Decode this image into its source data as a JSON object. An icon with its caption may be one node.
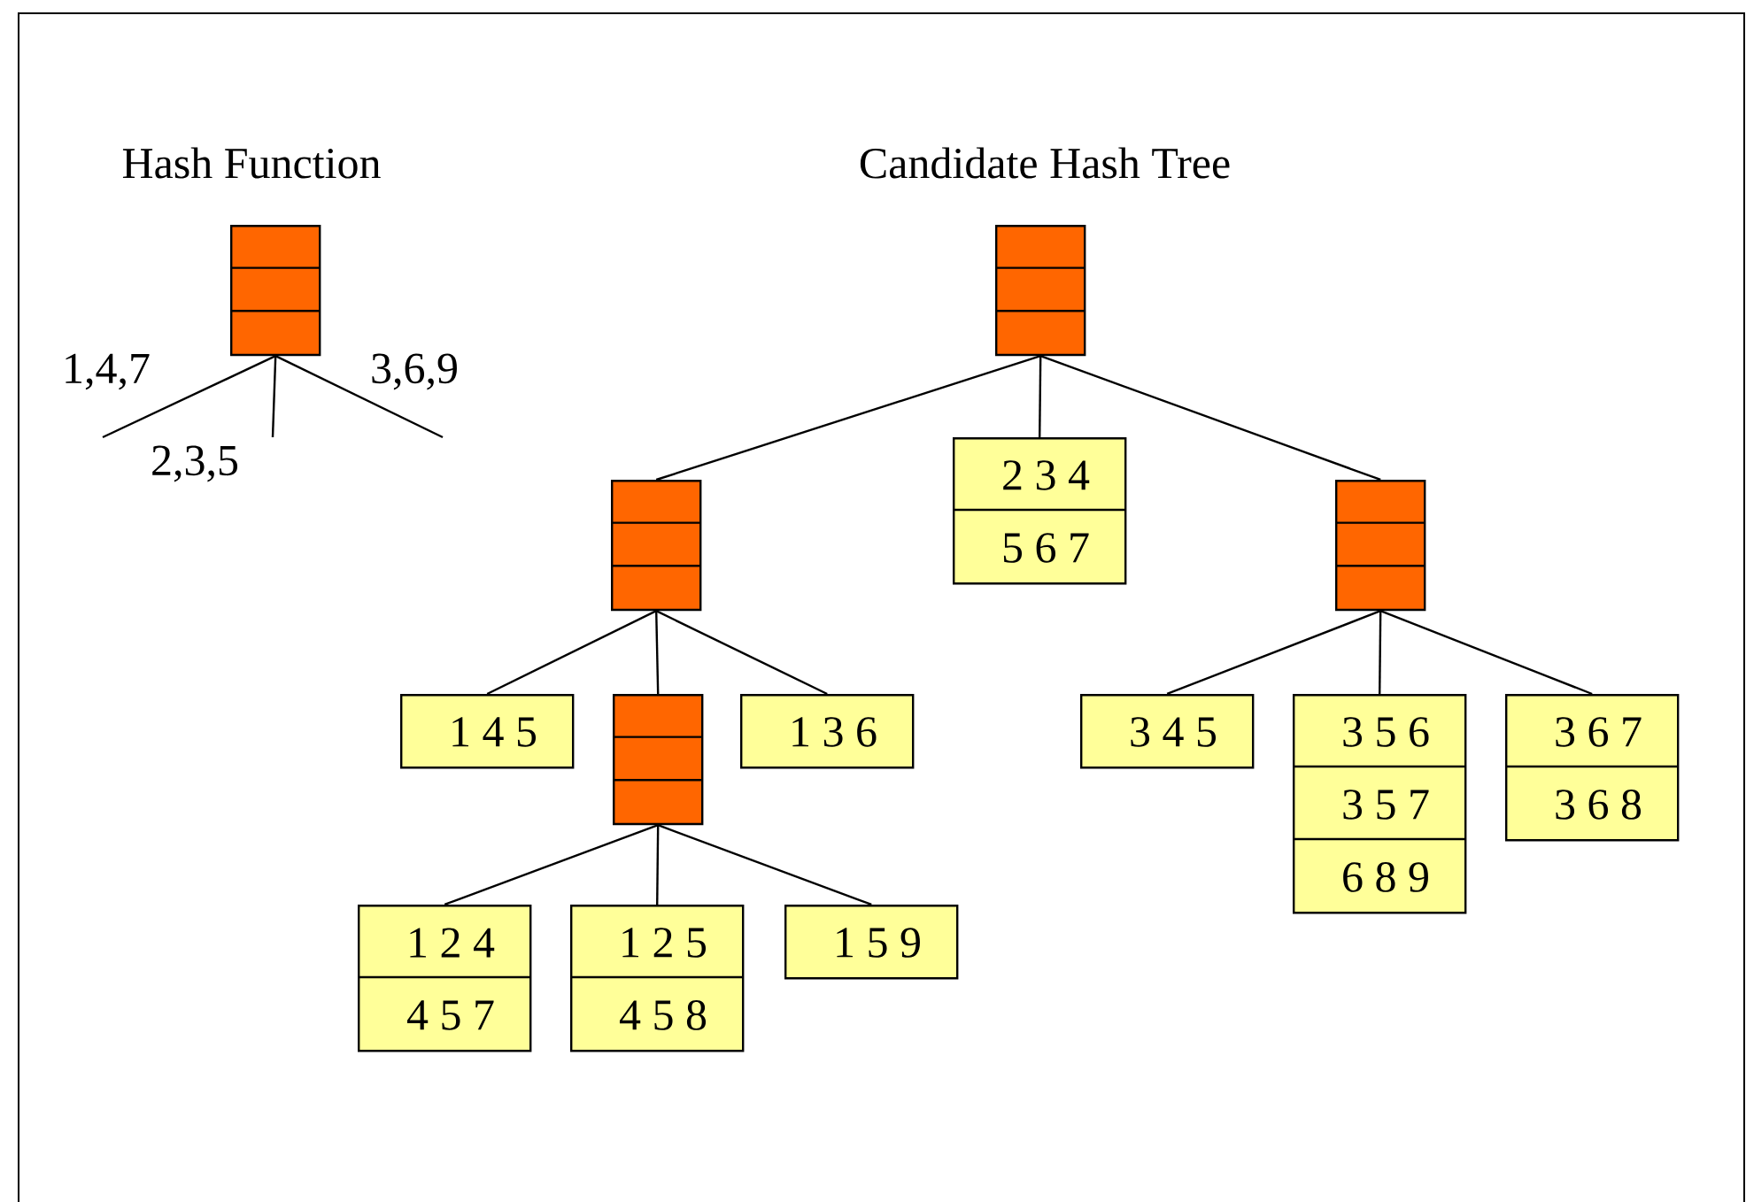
{
  "diagram": {
    "nodes": [
      {
        "text": [],
        "shape": "box"
      },
      {
        "text": [],
        "shape": "box"
      },
      {
        "text": [],
        "shape": "box"
      },
      {
        "text": [
          "2 3 4",
          "5 6 7"
        ]
      },
      {
        "text": [],
        "shape": "box"
      },
      {
        "text": [
          "1 4 5"
        ]
      },
      {
        "text": [],
        "shape": "box"
      },
      {
        "text": [
          "1 3 6"
        ]
      },
      {
        "text": [
          "3 4 5"
        ]
      },
      {
        "text": [
          "3 5 6",
          "3 5 7",
          "6 8 9"
        ]
      },
      {
        "text": [
          "3 6 7",
          "3 6 8"
        ]
      },
      {
        "text": [
          "1 2 4",
          "4 5 7"
        ]
      },
      {
        "text": [
          "1 2 5",
          "4 5 8"
        ]
      },
      {
        "text": [
          "1 5 9"
        ]
      }
    ],
    "edges": [
      {
        "from": 0,
        "to": null,
        "arrow": "none",
        "label": "1,4,7"
      },
      {
        "from": 0,
        "to": null,
        "arrow": "none",
        "label": "2,3,5"
      },
      {
        "from": 0,
        "to": null,
        "arrow": "none",
        "label": "3,6,9"
      },
      {
        "from": 1,
        "to": 2,
        "arrow": "none"
      },
      {
        "from": 1,
        "to": 3,
        "arrow": "none"
      },
      {
        "from": 1,
        "to": 4,
        "arrow": "none"
      },
      {
        "from": 2,
        "to": 5,
        "arrow": "none"
      },
      {
        "from": 2,
        "to": 6,
        "arrow": "none"
      },
      {
        "from": 2,
        "to": 7,
        "arrow": "none"
      },
      {
        "from": 4,
        "to": 8,
        "arrow": "none"
      },
      {
        "from": 4,
        "to": 9,
        "arrow": "none"
      },
      {
        "from": 4,
        "to": 10,
        "arrow": "none"
      },
      {
        "from": 6,
        "to": 11,
        "arrow": "none"
      },
      {
        "from": 6,
        "to": 12,
        "arrow": "none"
      },
      {
        "from": 6,
        "to": 13,
        "arrow": "none"
      }
    ],
    "labels": [
      "Hash Function",
      "Candidate Hash Tree"
    ]
  }
}
